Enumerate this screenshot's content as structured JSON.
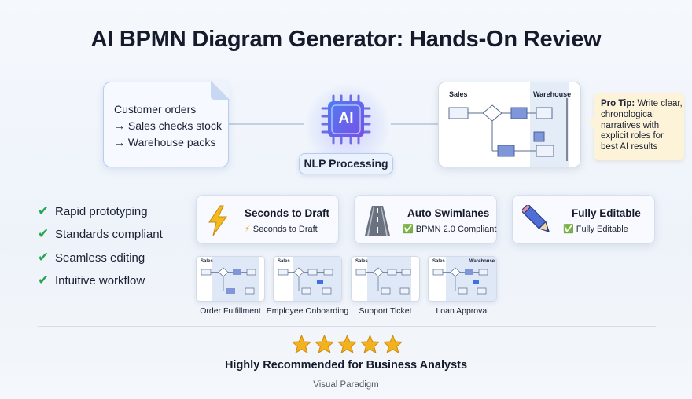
{
  "title": "AI BPMN Diagram Generator: Hands-On Review",
  "input_note": {
    "lines": [
      "Customer orders",
      "→ Sales checks stock",
      "→ Warehouse packs"
    ]
  },
  "processor": {
    "chip_label": "AI",
    "pill_label": "NLP Processing"
  },
  "output_diagram": {
    "lane_left": "Sales",
    "lane_right": "Warehouse"
  },
  "pro_tip": {
    "heading": "Pro Tip:",
    "body": "Write clear, chronological narratives with explicit roles for best AI results"
  },
  "benefits": [
    "Rapid prototyping",
    "Standards compliant",
    "Seamless editing",
    "Intuitive workflow"
  ],
  "features": [
    {
      "title": "Seconds to Draft",
      "subtitle": "Seconds to Draft",
      "icon": "lightning-icon",
      "sub_icon": "⚡"
    },
    {
      "title": "Auto Swimlanes",
      "subtitle": "BPMN 2.0 Compliant",
      "icon": "road-icon",
      "sub_icon": "✅"
    },
    {
      "title": "Fully Editable",
      "subtitle": "Fully Editable",
      "icon": "pencil-icon",
      "sub_icon": "✅"
    }
  ],
  "examples": [
    {
      "label": "Order Fulfillment",
      "lane": "Sales",
      "lane2": ""
    },
    {
      "label": "Employee Onboarding",
      "lane": "Sales",
      "lane2": ""
    },
    {
      "label": "Support Ticket",
      "lane": "Sales",
      "lane2": ""
    },
    {
      "label": "Loan Approval",
      "lane": "Sales",
      "lane2": "Warehouse"
    }
  ],
  "rating": {
    "stars": 5
  },
  "verdict": "Highly Recommended for Business Analysts",
  "brand": "Visual Paradigm",
  "colors": {
    "accent_blue": "#7f96d8",
    "check_green": "#26a651",
    "star_gold": "#f2b21f",
    "tip_bg": "#fdf3d8"
  }
}
